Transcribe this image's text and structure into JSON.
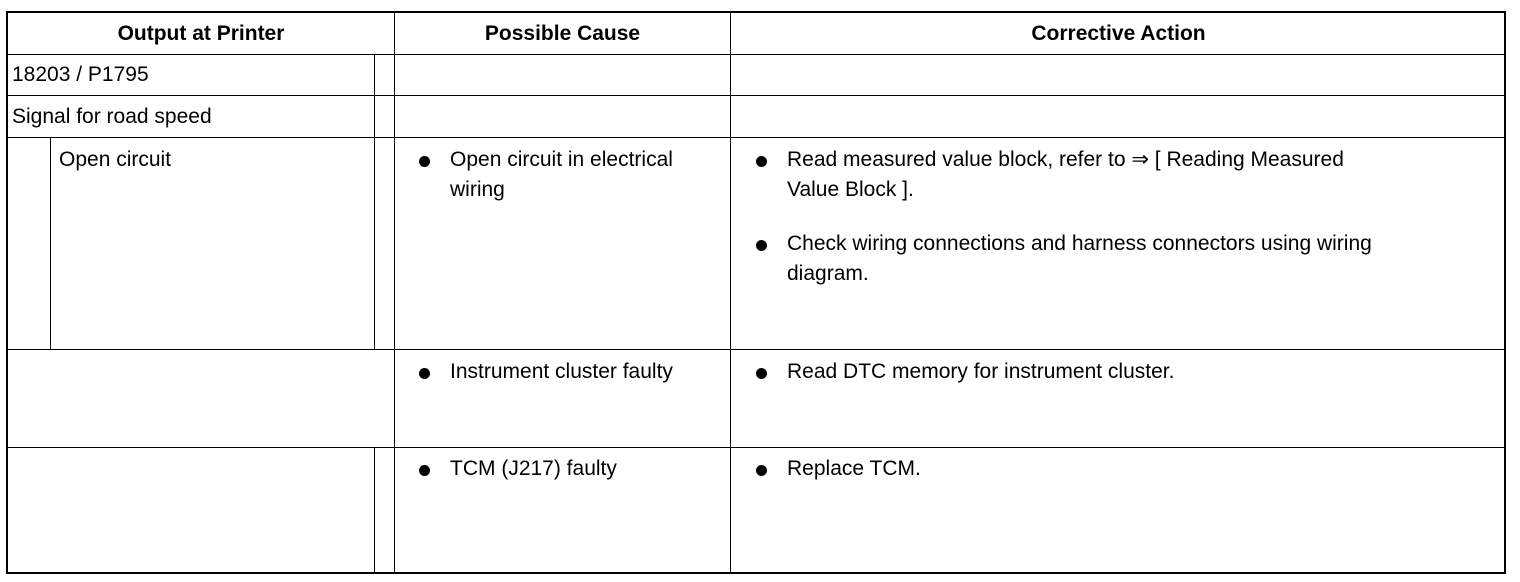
{
  "headers": {
    "output": "Output at Printer",
    "cause": "Possible Cause",
    "action": "Corrective Action"
  },
  "rows": {
    "code": "18203 / P1795",
    "signal": "Signal for road speed",
    "subfault": "Open circuit"
  },
  "causes": [
    {
      "line1": "Open circuit in electrical",
      "line2": "wiring"
    },
    {
      "line1": "Instrument cluster faulty"
    },
    {
      "line1": "TCM (J217) faulty"
    }
  ],
  "actions": [
    {
      "line1": "Read measured value block, refer to ⇒ [ Reading Measured",
      "line2": "Value Block ]."
    },
    {
      "line1": "Check wiring connections and harness connectors using wiring",
      "line2": "diagram."
    },
    {
      "line1": "Read DTC memory for instrument cluster."
    },
    {
      "line1": "Replace TCM."
    }
  ]
}
